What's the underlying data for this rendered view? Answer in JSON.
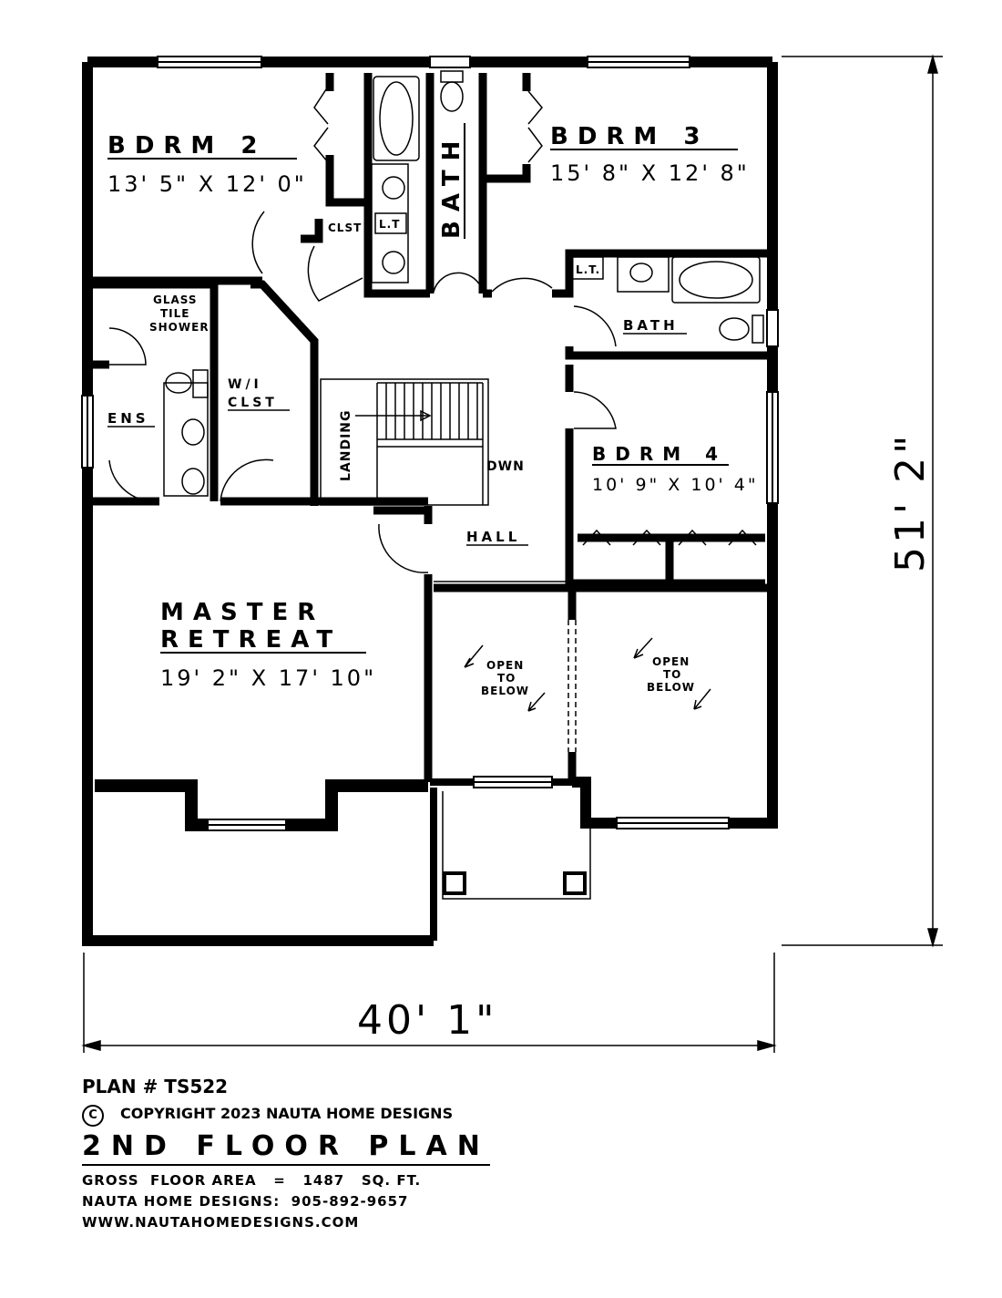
{
  "rooms": {
    "bdrm2": {
      "name": "BDRM 2",
      "dim": "13' 5\" X 12' 0\""
    },
    "bdrm3": {
      "name": "BDRM 3",
      "dim": "15' 8\" X 12' 8\""
    },
    "bdrm4": {
      "name": "BDRM 4",
      "dim": "10' 9\" X 10' 4\""
    },
    "master": {
      "name1": "MASTER",
      "name2": "RETREAT",
      "dim": "19' 2\" X 17' 10\""
    },
    "bath_main": "BATH",
    "bath_ensuite3": "BATH",
    "ens": "ENS",
    "clst": "CLST",
    "lt1": "L.T",
    "lt2": "L.T.",
    "glass": [
      "GLASS",
      "TILE",
      "SHOWER"
    ],
    "wi_clst": [
      "W/I",
      "CLST"
    ],
    "landing": "LANDING",
    "dwn": "DWN",
    "hall": "HALL",
    "open_below_1": [
      "OPEN",
      "TO",
      "BELOW"
    ],
    "open_below_2": [
      "OPEN",
      "TO",
      "BELOW"
    ]
  },
  "dimensions": {
    "width": "40' 1\"",
    "depth": "51' 2\""
  },
  "info": {
    "plan_no": "PLAN # TS522",
    "copyright_symbol": "C",
    "copyright": "COPYRIGHT 2023 NAUTA HOME DESIGNS",
    "title": "2ND FLOOR PLAN",
    "area": "GROSS  FLOOR AREA   =   1487   SQ. FT.",
    "phone": "NAUTA HOME DESIGNS:  905-892-9657",
    "web": "WWW.NAUTAHOMEDESIGNS.COM"
  }
}
